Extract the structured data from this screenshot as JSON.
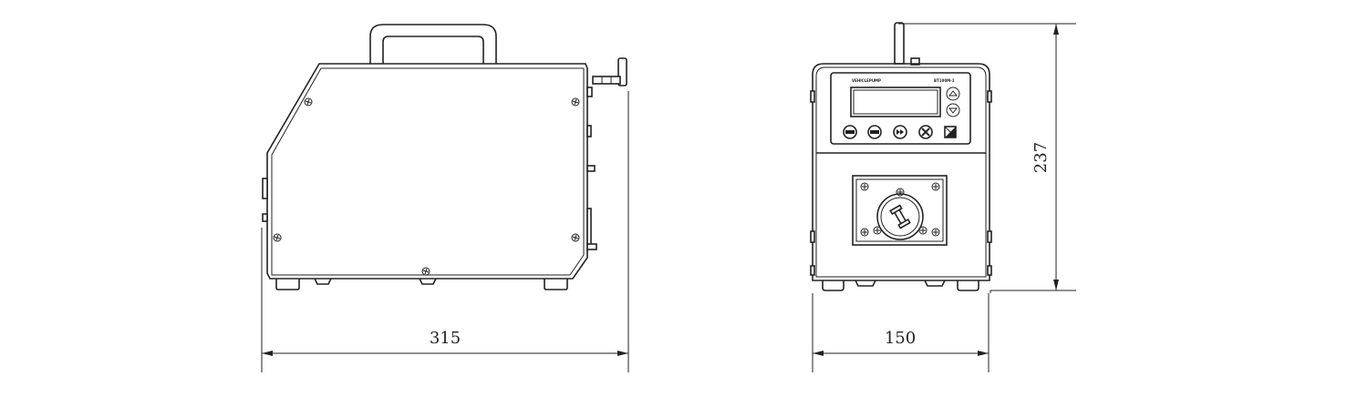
{
  "dimensions": {
    "width_side": "315",
    "width_front": "150",
    "height_front": "237"
  },
  "front_panel": {
    "brand_text": "VEHICLEPUMP",
    "model_text": "BT100M-1"
  }
}
